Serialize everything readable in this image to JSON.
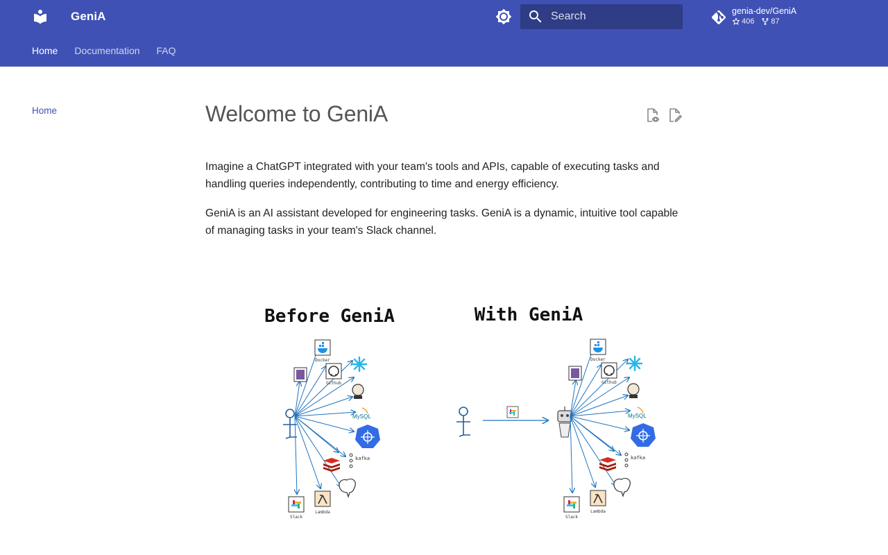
{
  "header": {
    "site_name": "GeniA",
    "search_placeholder": "Search",
    "repo": {
      "name": "genia-dev/GeniA",
      "stars": "406",
      "forks": "87"
    }
  },
  "tabs": [
    {
      "label": "Home",
      "active": true
    },
    {
      "label": "Documentation",
      "active": false
    },
    {
      "label": "FAQ",
      "active": false
    }
  ],
  "sidebar": {
    "home_label": "Home"
  },
  "content": {
    "title": "Welcome to GeniA",
    "paragraphs": [
      "Imagine a ChatGPT integrated with your team's tools and APIs, capable of executing tasks and handling queries independently, contributing to time and energy efficiency.",
      "GeniA is an AI assistant developed for engineering tasks. GeniA is a dynamic, intuitive tool capable of managing tasks in your team's Slack channel."
    ]
  },
  "illustration": {
    "left_title": "Before GeniA",
    "right_title": "With GeniA",
    "labels": {
      "docker": "Docker",
      "github": "Github",
      "mysql": "MySQL",
      "kafka": "kafka",
      "slack": "Slack",
      "lambda": "Lambda"
    }
  },
  "colors": {
    "primary": "#4051b5",
    "arrow": "#1e73be",
    "kubernetes": "#326ce5"
  }
}
